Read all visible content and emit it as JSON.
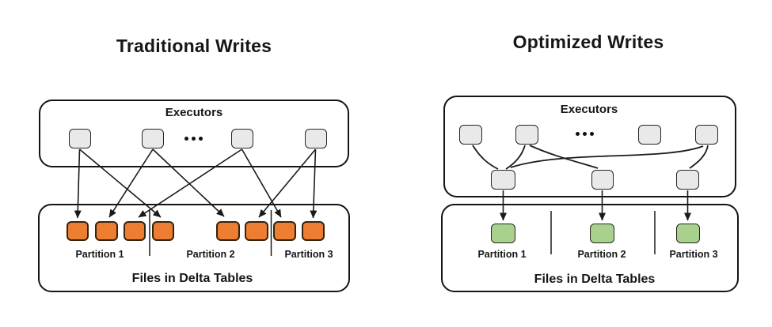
{
  "left_panel": {
    "title": "Traditional Writes",
    "executors_label": "Executors",
    "ellipsis": "...",
    "executor_count": 4,
    "file_count": 8,
    "partitions": [
      "Partition 1",
      "Partition 2",
      "Partition 3"
    ],
    "files_label": "Files in Delta Tables",
    "connections": [
      "executor-1→file-1",
      "executor-1→file-4",
      "executor-2→file-2",
      "executor-2→file-5",
      "executor-3→file-3",
      "executor-3→file-7",
      "executor-4→file-6",
      "executor-4→file-8"
    ]
  },
  "right_panel": {
    "title": "Optimized Writes",
    "executors_label": "Executors",
    "ellipsis": "...",
    "executor_count": 4,
    "writer_count": 3,
    "file_count": 3,
    "partitions": [
      "Partition 1",
      "Partition 2",
      "Partition 3"
    ],
    "files_label": "Files in Delta Tables",
    "connections": [
      "executor-1→writer-1",
      "executor-2→writer-1",
      "executor-2→writer-2",
      "executor-4→writer-1",
      "executor-4→writer-3",
      "writer-1→partition-1-file",
      "writer-2→partition-2-file",
      "writer-3→partition-3-file"
    ]
  },
  "colors": {
    "outline": "#1a1a1a",
    "executor_box_fill": "#e9e9e9",
    "traditional_file_fill": "#ed7d31",
    "optimized_file_fill": "#a9d18e",
    "background": "#ffffff"
  }
}
